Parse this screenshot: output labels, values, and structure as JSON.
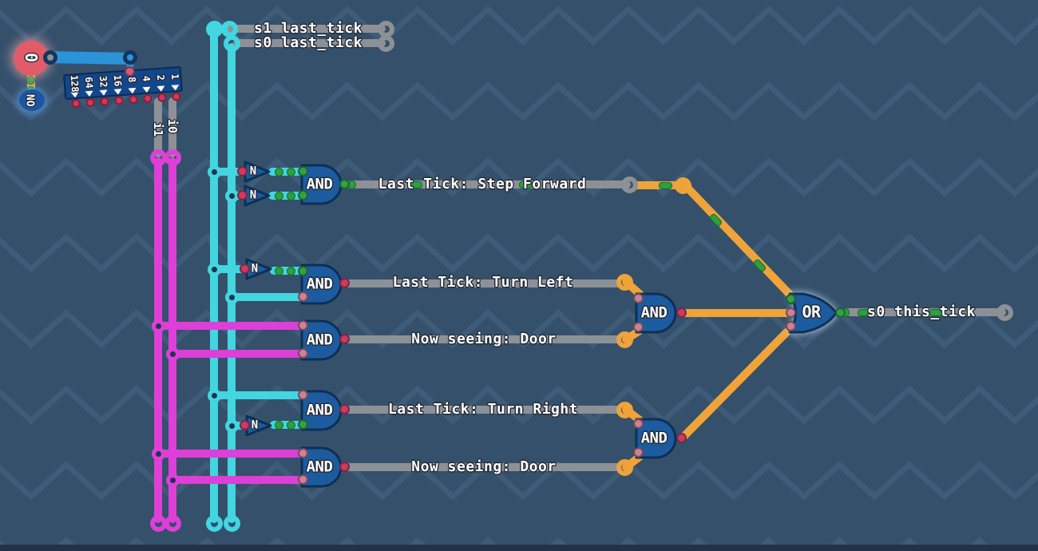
{
  "palette": {
    "background": "#34506b",
    "zigzag": "#4d6b8c",
    "wire_cyan": "#41d6e0",
    "wire_magenta": "#dd3fd7",
    "wire_orange": "#efa339",
    "wire_gray": "#8d9196",
    "gate_fill": "#1d5b9f",
    "gate_border": "#0e2f55",
    "signal_on_green": "#2f9e3d",
    "pin_off_red": "#d6365a",
    "pin_off_salmon": "#d27f90",
    "button_red": "#e25b69"
  },
  "input_panel": {
    "button_value": "0",
    "on_label": "ON",
    "bit_labels": [
      "128",
      "64",
      "32",
      "16",
      "8",
      "4",
      "2",
      "1"
    ],
    "i1_label": "i1",
    "i0_label": "i0"
  },
  "top_wires": {
    "s1": "s1 last_tick",
    "s0": "s0 last_tick"
  },
  "gate_labels": {
    "and": "AND",
    "or": "OR",
    "not": "N"
  },
  "signal_wires": {
    "step_forward": "Last Tick: Step Forward",
    "turn_left": "Last Tick: Turn Left",
    "door_upper": "Now seeing: Door",
    "turn_right": "Last Tick: Turn Right",
    "door_lower": "Now seeing: Door"
  },
  "output_wire": {
    "label": "s0 this_tick"
  }
}
